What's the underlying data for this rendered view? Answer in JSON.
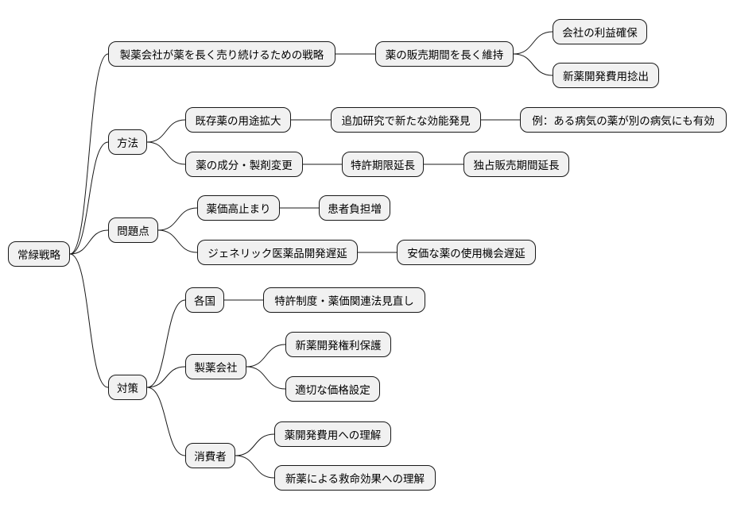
{
  "diagram": {
    "type": "mindmap",
    "colors": {
      "node_fill": "#f1f1f1",
      "node_border": "#181818",
      "edge": "#181818",
      "background": "#ffffff"
    },
    "nodes": [
      {
        "id": "root",
        "label": "常緑戦略"
      },
      {
        "id": "n1",
        "label": "製薬会社が薬を長く売り続けるための戦略"
      },
      {
        "id": "n1a",
        "label": "薬の販売期間を長く維持"
      },
      {
        "id": "n1a1",
        "label": "会社の利益確保"
      },
      {
        "id": "n1a2",
        "label": "新薬開発費用捻出"
      },
      {
        "id": "n2",
        "label": "方法"
      },
      {
        "id": "n2a",
        "label": "既存薬の用途拡大"
      },
      {
        "id": "n2a1",
        "label": "追加研究で新たな効能発見"
      },
      {
        "id": "n2a1a",
        "label": "例：ある病気の薬が別の病気にも有効"
      },
      {
        "id": "n2b",
        "label": "薬の成分・製剤変更"
      },
      {
        "id": "n2b1",
        "label": "特許期限延長"
      },
      {
        "id": "n2b1a",
        "label": "独占販売期間延長"
      },
      {
        "id": "n3",
        "label": "問題点"
      },
      {
        "id": "n3a",
        "label": "薬価高止まり"
      },
      {
        "id": "n3a1",
        "label": "患者負担増"
      },
      {
        "id": "n3b",
        "label": "ジェネリック医薬品開発遅延"
      },
      {
        "id": "n3b1",
        "label": "安価な薬の使用機会遅延"
      },
      {
        "id": "n4",
        "label": "対策"
      },
      {
        "id": "n4a",
        "label": "各国"
      },
      {
        "id": "n4a1",
        "label": "特許制度・薬価関連法見直し"
      },
      {
        "id": "n4b",
        "label": "製薬会社"
      },
      {
        "id": "n4b1",
        "label": "新薬開発権利保護"
      },
      {
        "id": "n4b2",
        "label": "適切な価格設定"
      },
      {
        "id": "n4c",
        "label": "消費者"
      },
      {
        "id": "n4c1",
        "label": "薬開発費用への理解"
      },
      {
        "id": "n4c2",
        "label": "新薬による救命効果への理解"
      }
    ],
    "edges": [
      [
        "root",
        "n1"
      ],
      [
        "root",
        "n2"
      ],
      [
        "root",
        "n3"
      ],
      [
        "root",
        "n4"
      ],
      [
        "n1",
        "n1a"
      ],
      [
        "n1a",
        "n1a1"
      ],
      [
        "n1a",
        "n1a2"
      ],
      [
        "n2",
        "n2a"
      ],
      [
        "n2a",
        "n2a1"
      ],
      [
        "n2a1",
        "n2a1a"
      ],
      [
        "n2",
        "n2b"
      ],
      [
        "n2b",
        "n2b1"
      ],
      [
        "n2b1",
        "n2b1a"
      ],
      [
        "n3",
        "n3a"
      ],
      [
        "n3a",
        "n3a1"
      ],
      [
        "n3",
        "n3b"
      ],
      [
        "n3b",
        "n3b1"
      ],
      [
        "n4",
        "n4a"
      ],
      [
        "n4a",
        "n4a1"
      ],
      [
        "n4",
        "n4b"
      ],
      [
        "n4b",
        "n4b1"
      ],
      [
        "n4b",
        "n4b2"
      ],
      [
        "n4",
        "n4c"
      ],
      [
        "n4c",
        "n4c1"
      ],
      [
        "n4c",
        "n4c2"
      ]
    ]
  }
}
